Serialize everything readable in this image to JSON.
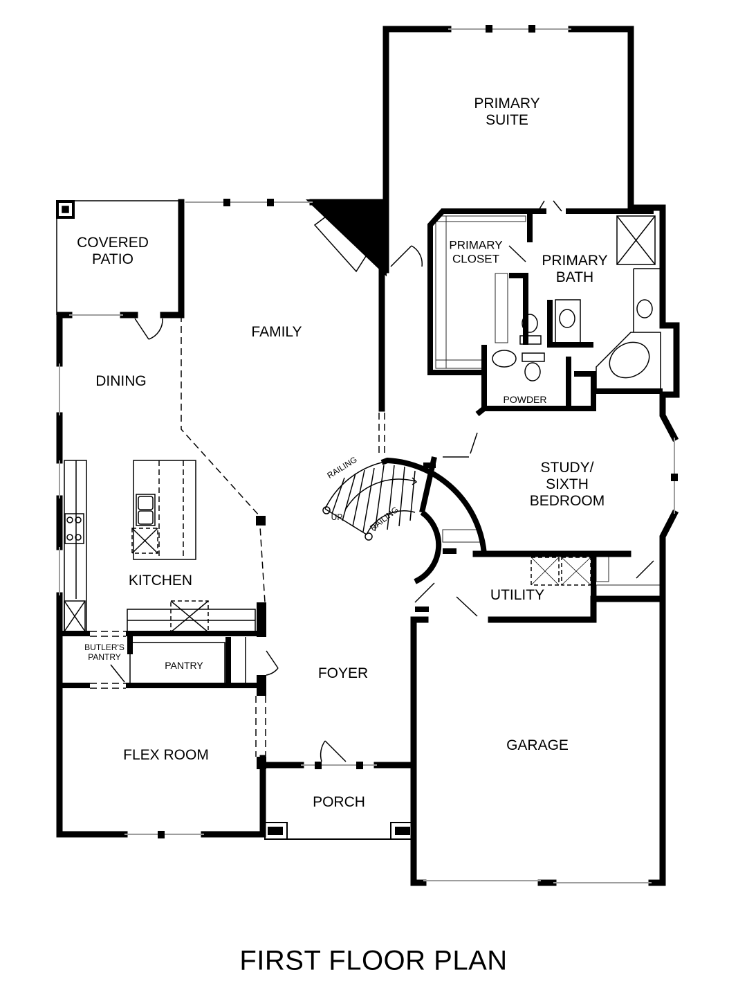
{
  "plan": {
    "title": "FIRST FLOOR PLAN",
    "colors": {
      "wall": "#000000",
      "line": "#000000",
      "window": "#bdbdbd",
      "background": "#ffffff"
    },
    "rooms": {
      "primary_suite": "PRIMARY\nSUITE",
      "covered_patio": "COVERED\nPATIO",
      "family": "FAMILY",
      "primary_closet": "PRIMARY\nCLOSET",
      "primary_bath": "PRIMARY\nBATH",
      "dining": "DINING",
      "powder": "POWDER",
      "study": "STUDY/\nSIXTH\nBEDROOM",
      "kitchen": "KITCHEN",
      "utility": "UTILITY",
      "butlers_pantry": "BUTLER'S\nPANTRY",
      "pantry": "PANTRY",
      "foyer": "FOYER",
      "flex_room": "FLEX ROOM",
      "garage": "GARAGE",
      "porch": "PORCH"
    },
    "annotations": {
      "railing_upper": "RAILING",
      "railing_lower": "RAILING",
      "stair_up": "UP"
    }
  }
}
